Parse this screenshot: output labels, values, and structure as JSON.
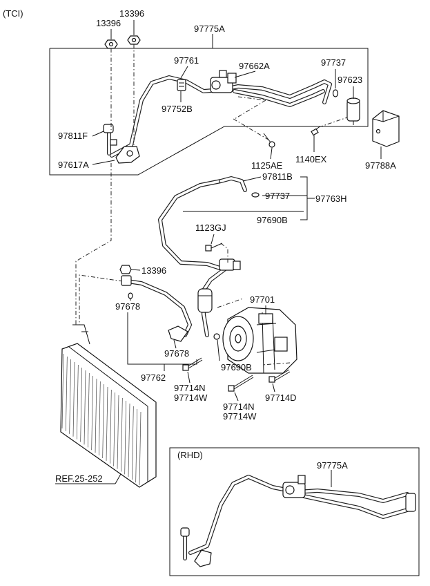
{
  "variant_label": "(TCI)",
  "rhd_label": "(RHD)",
  "ref_label": "REF.25-252",
  "parts": {
    "nut_a": "13396",
    "nut_b": "13396",
    "hose_assy": "97775A",
    "suction_pipe": "97761",
    "discharge_pipe": "97662A",
    "oring_top": "97737",
    "exp_valve": "97623",
    "sensor": "97752B",
    "cap_top": "97811F",
    "bracket": "97617A",
    "bolt_ae": "1125AE",
    "bolt_ex": "1140EX",
    "block": "97788A",
    "cap_mid": "97811B",
    "oring_mid": "97737",
    "hose_mid": "97763H",
    "oring_ring": "97690B",
    "bolt_gj": "1123GJ",
    "nut_c": "13396",
    "oring_liq1": "97678",
    "oring_liq2": "97678",
    "oring_comp": "97690B",
    "liquid_tube": "97762",
    "compressor": "97701",
    "bolt_n1": "97714N",
    "bolt_w1": "97714W",
    "bolt_n2": "97714N",
    "bolt_w2": "97714W",
    "bolt_d": "97714D",
    "rhd_hose": "97775A"
  }
}
